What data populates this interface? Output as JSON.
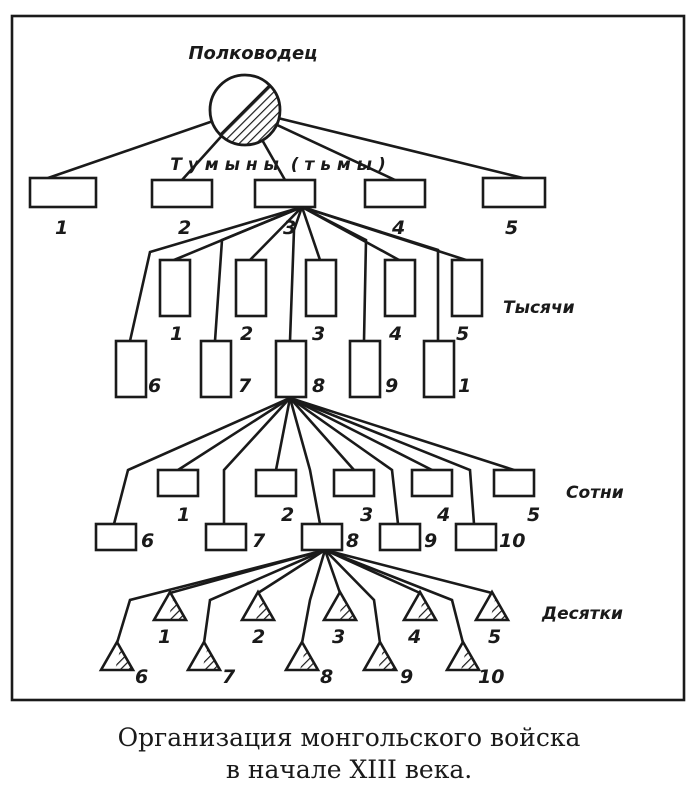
{
  "diagram": {
    "top_label": "Полководец",
    "levels": [
      {
        "name": "tumens",
        "label": "Т у м ы н ы  ( т ь м ы )",
        "units": [
          "1",
          "2",
          "3",
          "4",
          "5"
        ]
      },
      {
        "name": "thousands",
        "label": "Тысячи",
        "units": [
          "1",
          "2",
          "3",
          "4",
          "5",
          "6",
          "7",
          "8",
          "9",
          "1"
        ]
      },
      {
        "name": "hundreds",
        "label": "Сотни",
        "units": [
          "1",
          "2",
          "3",
          "4",
          "5",
          "6",
          "7",
          "8",
          "9",
          "10"
        ]
      },
      {
        "name": "tens",
        "label": "Десятки",
        "units": [
          "1",
          "2",
          "3",
          "4",
          "5",
          "6",
          "7",
          "8",
          "9",
          "10"
        ]
      }
    ]
  },
  "caption": {
    "line1": "Организация монгольского войска",
    "line2": "в начале XIII века."
  }
}
